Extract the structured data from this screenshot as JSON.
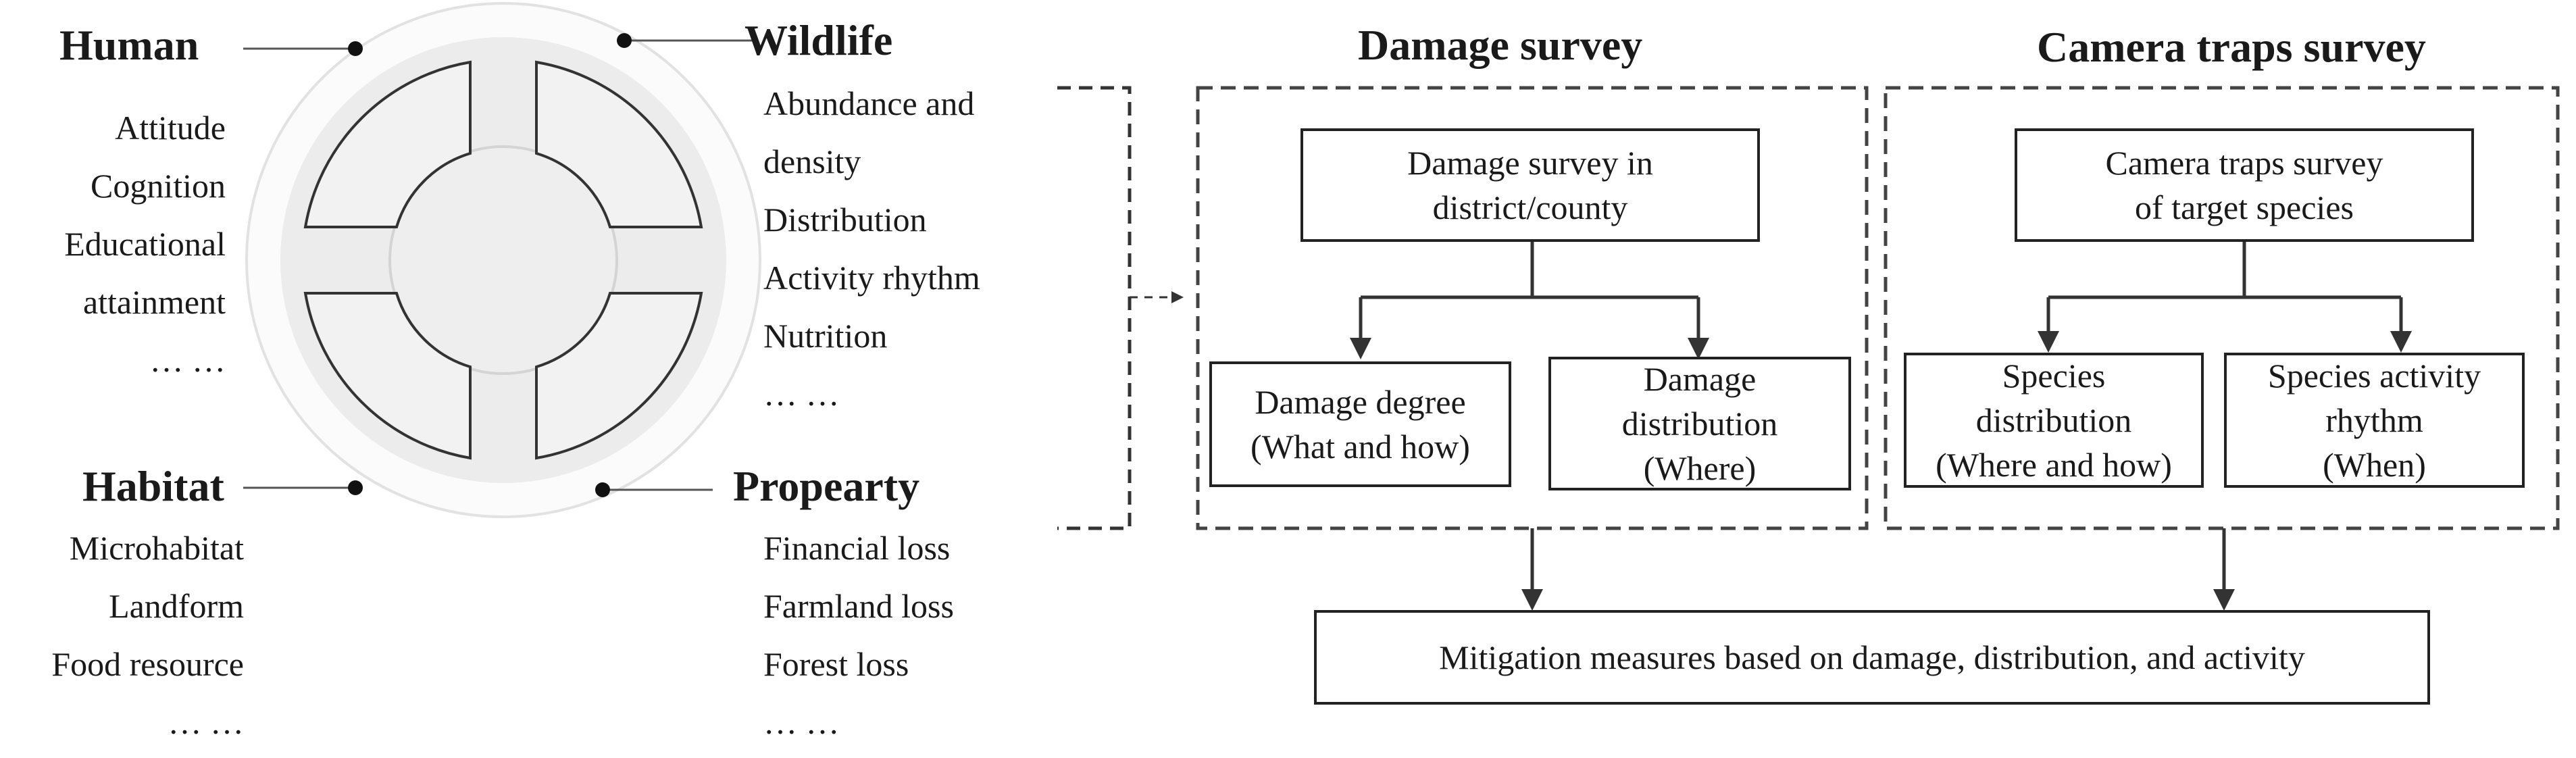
{
  "left": {
    "human": {
      "title": "Human",
      "items": [
        "Attitude",
        "Cognition",
        "Educational",
        "attainment",
        "… …"
      ]
    },
    "wildlife": {
      "title": "Wildlife",
      "items": [
        "Abundance and",
        "density",
        "Distribution",
        "Activity rhythm",
        "Nutrition",
        "… …"
      ]
    },
    "habitat": {
      "title": "Habitat",
      "items": [
        "Microhabitat",
        "Landform",
        "Food resource",
        "… …"
      ]
    },
    "property": {
      "title": "Propearty",
      "items": [
        "Financial loss",
        "Farmland loss",
        "Forest loss",
        "… …"
      ]
    }
  },
  "damage_survey": {
    "title": "Damage survey",
    "top_box": [
      "Damage survey in",
      "district/county"
    ],
    "left_box": [
      "Damage degree",
      "(What and how)"
    ],
    "right_box": [
      "Damage",
      "distribution",
      "(Where)"
    ]
  },
  "camera_survey": {
    "title": "Camera traps survey",
    "top_box": [
      "Camera traps survey",
      "of target species"
    ],
    "left_box": [
      "Species",
      "distribution",
      "(Where and how)"
    ],
    "right_box": [
      "Species activity",
      "rhythm",
      "(When)"
    ]
  },
  "mitigation": {
    "label": "Mitigation measures based on damage, distribution, and activity"
  }
}
